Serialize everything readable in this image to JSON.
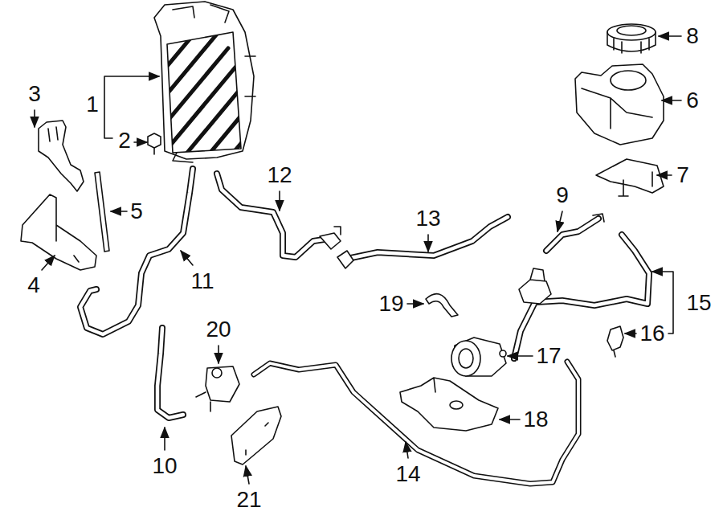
{
  "diagram": {
    "labels": [
      "1",
      "2",
      "3",
      "4",
      "5",
      "6",
      "7",
      "8",
      "9",
      "10",
      "11",
      "12",
      "13",
      "14",
      "15",
      "16",
      "17",
      "18",
      "19",
      "20",
      "21"
    ]
  }
}
